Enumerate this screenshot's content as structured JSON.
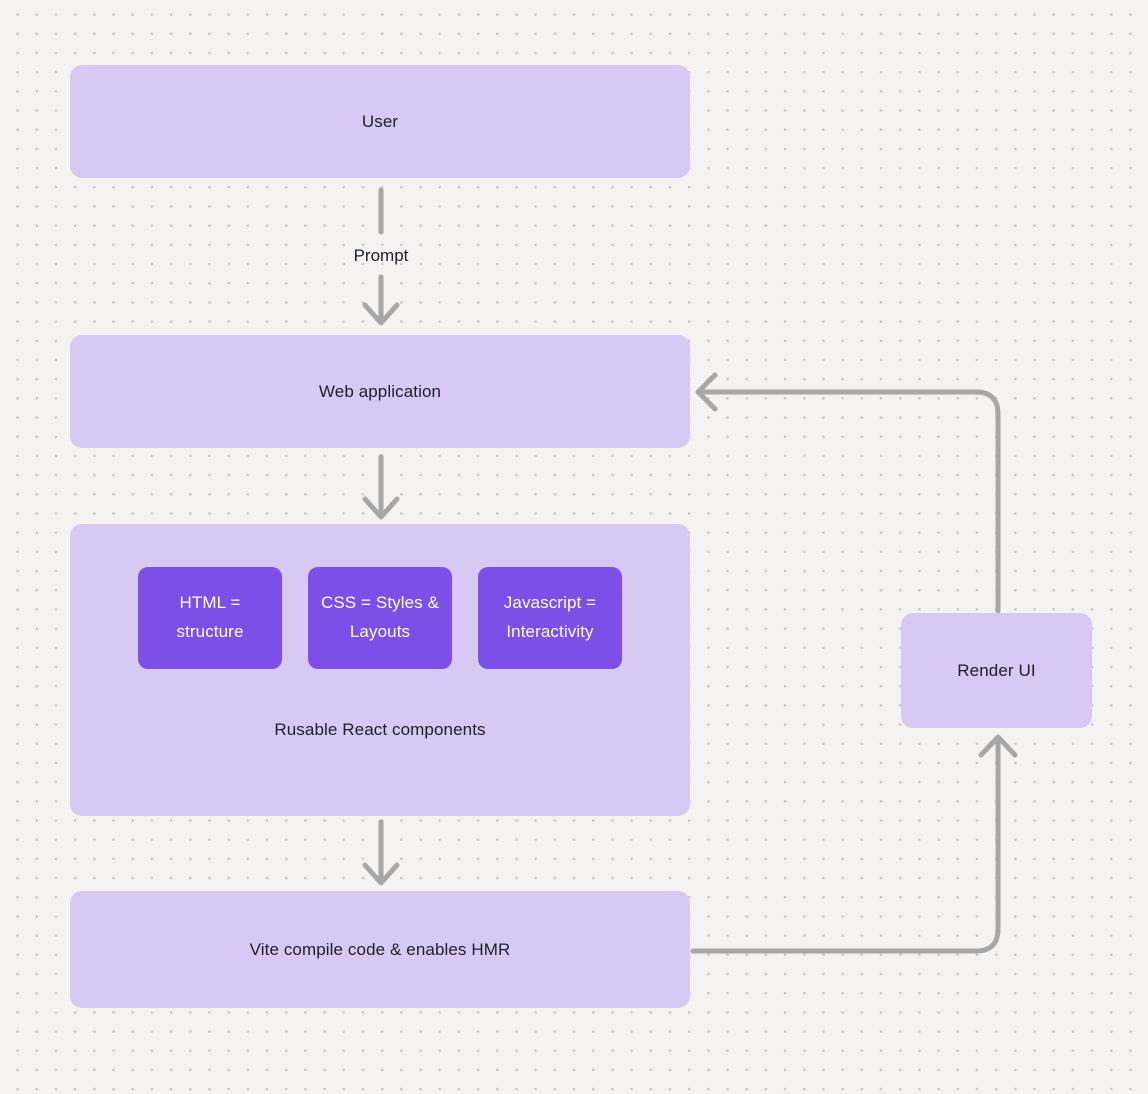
{
  "diagram": {
    "nodes": {
      "user": {
        "label": "User"
      },
      "web_application": {
        "label": "Web application"
      },
      "components": {
        "label": "Rusable React components",
        "children": [
          {
            "label": "HTML = structure"
          },
          {
            "label": "CSS = Styles & Layouts"
          },
          {
            "label": "Javascript = Interactivity"
          }
        ]
      },
      "vite": {
        "label": "Vite compile code & enables HMR"
      },
      "render_ui": {
        "label": "Render UI"
      }
    },
    "edges": {
      "prompt_label": "Prompt"
    },
    "colors": {
      "node_fill": "#d7c9f4",
      "accent_fill": "#7c50e8",
      "arrow": "#a7a7a7",
      "text_dark": "#20202a",
      "text_light": "#ffffff",
      "background": "#f4f3f2",
      "dot": "#c9c9c8"
    }
  }
}
